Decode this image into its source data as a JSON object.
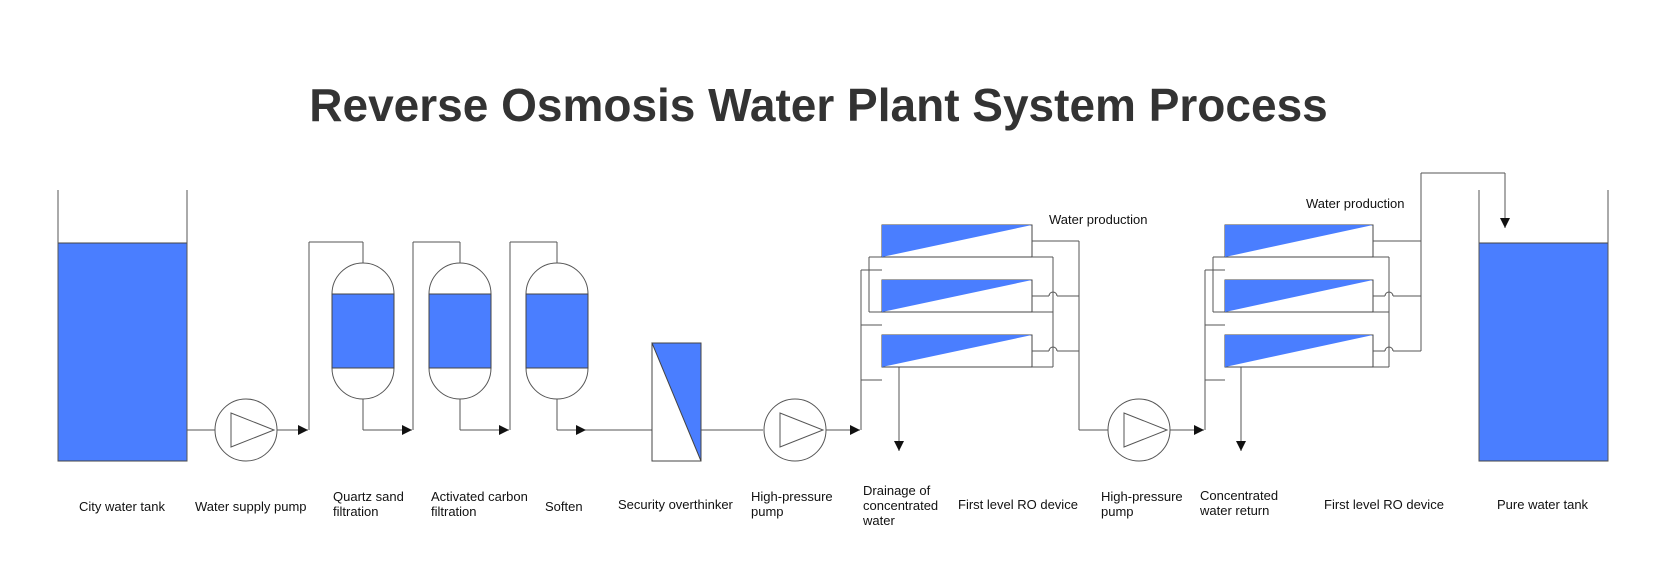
{
  "title": "Reverse Osmosis Water Plant System Process",
  "colors": {
    "water": "#4a7eff",
    "line": "#555555",
    "text": "#333333"
  },
  "labels": {
    "city_water_tank": "City water tank",
    "water_supply_pump": "Water supply pump",
    "quartz_sand": "Quartz sand\n filtration",
    "activated_carbon": "Activated carbon\nfiltration",
    "soften": "Soften",
    "security_overthinker": "Security overthinker",
    "high_pressure_pump_1": "High-pressure\npump",
    "drainage": "Drainage of\nconcentrated\nwater",
    "first_level_ro_1": "First level RO device",
    "high_pressure_pump_2": "High-pressure\npump",
    "concentrated_return": "Concentrated\nwater return",
    "first_level_ro_2": "First level RO device",
    "pure_water_tank": "Pure water tank",
    "water_production_1": "Water production",
    "water_production_2": "Water production"
  }
}
